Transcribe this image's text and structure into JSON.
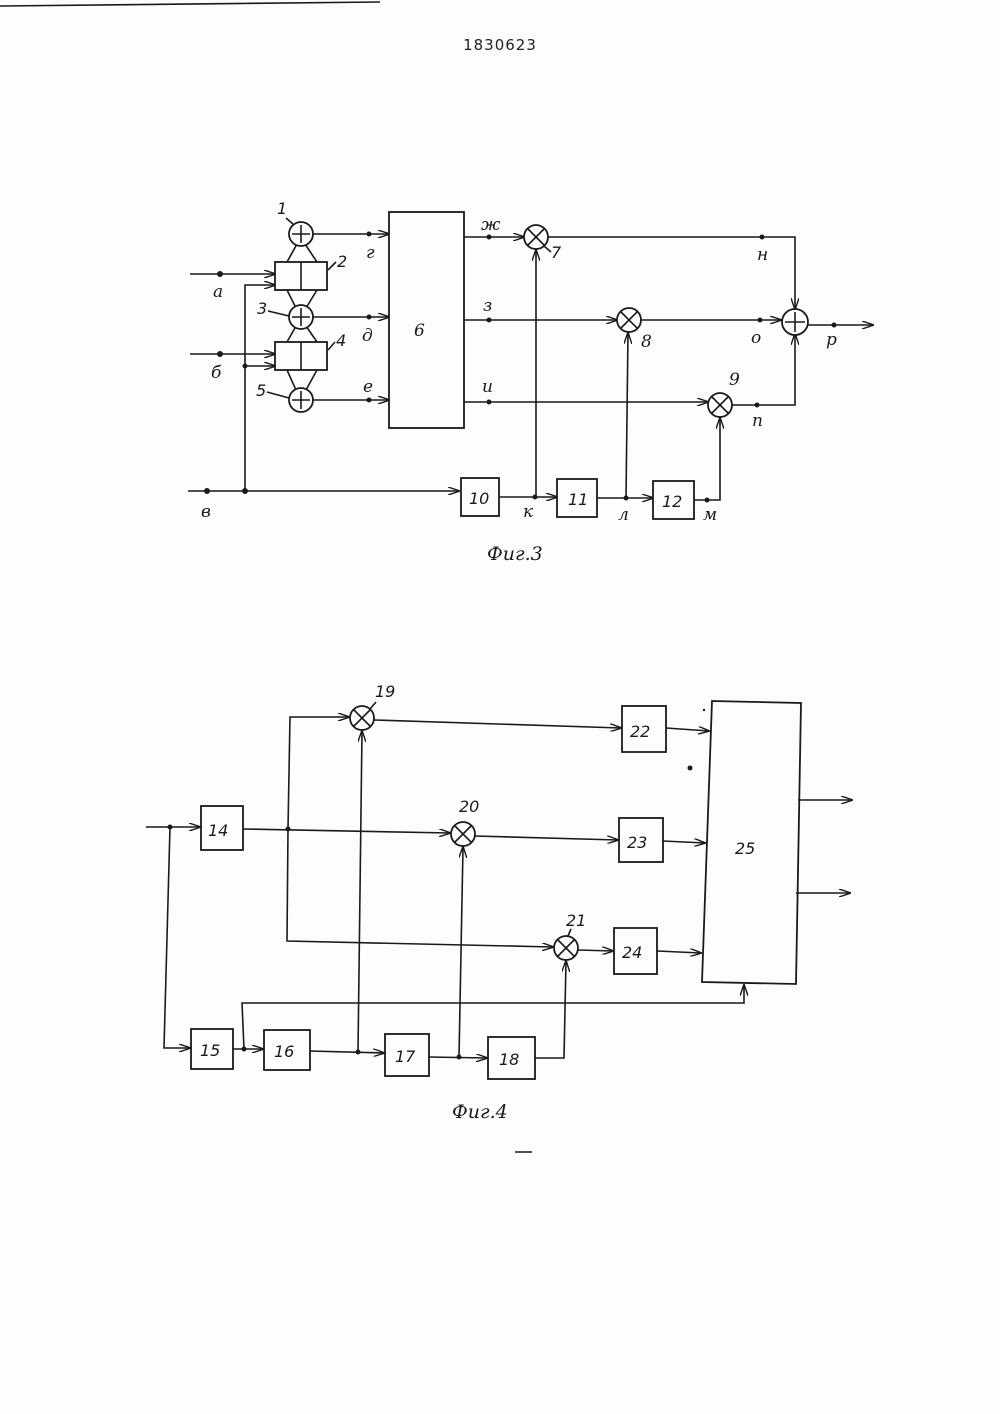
{
  "patent_number": "1830623",
  "fig3": {
    "caption": "Фиг.3",
    "inputs": {
      "a": "а",
      "b": "б",
      "v": "в"
    },
    "signals": {
      "g": "г",
      "d": "д",
      "e": "е",
      "zh": "ж",
      "z": "з",
      "i": "и",
      "k": "к",
      "l": "л",
      "m": "м",
      "n": "н",
      "o": "о",
      "p": "п",
      "r": "р"
    },
    "refs": {
      "r1": "1",
      "r2": "2",
      "r3": "3",
      "r4": "4",
      "r5": "5",
      "r7": "7",
      "r8": "8",
      "r9": "9"
    },
    "blocks": {
      "b6": "6",
      "b10": "10",
      "b11": "11",
      "b12": "12"
    }
  },
  "fig4": {
    "caption": "Фиг.4",
    "refs": {
      "r19": "19",
      "r20": "20",
      "r21": "21"
    },
    "blocks": {
      "b14": "14",
      "b15": "15",
      "b16": "16",
      "b17": "17",
      "b18": "18",
      "b22": "22",
      "b23": "23",
      "b24": "24",
      "b25": "25"
    }
  }
}
